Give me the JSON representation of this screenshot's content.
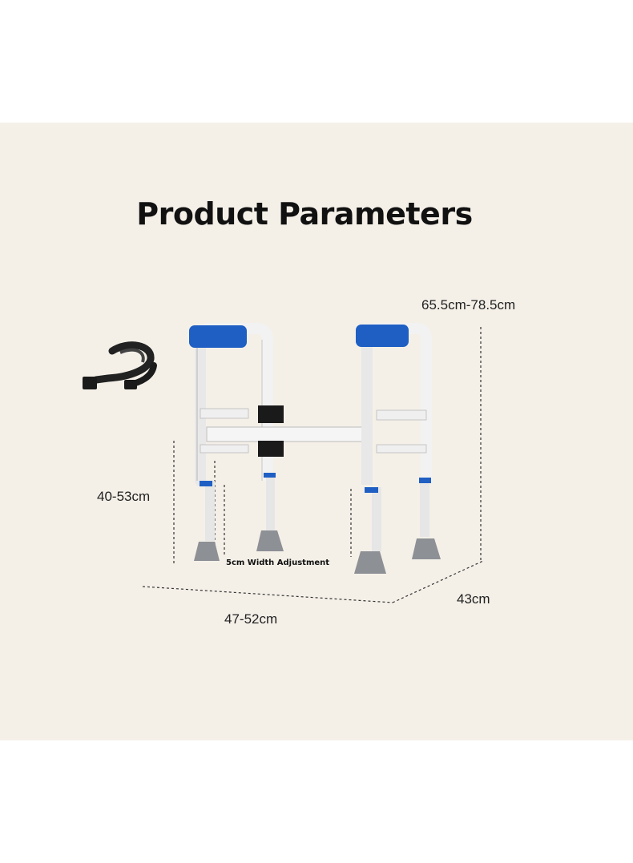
{
  "title": "Product Parameters",
  "dimensions": {
    "height": "65.5cm-78.5cm",
    "leg_height": "40-53cm",
    "width": "47-52cm",
    "depth": "43cm",
    "width_adjustment": "5cm Width Adjustment"
  },
  "colors": {
    "background_panel": "#f4f0e8",
    "accent_blue": "#1f5fc4",
    "frame_white": "#f7f7f7",
    "foot_gray": "#8d9095"
  }
}
